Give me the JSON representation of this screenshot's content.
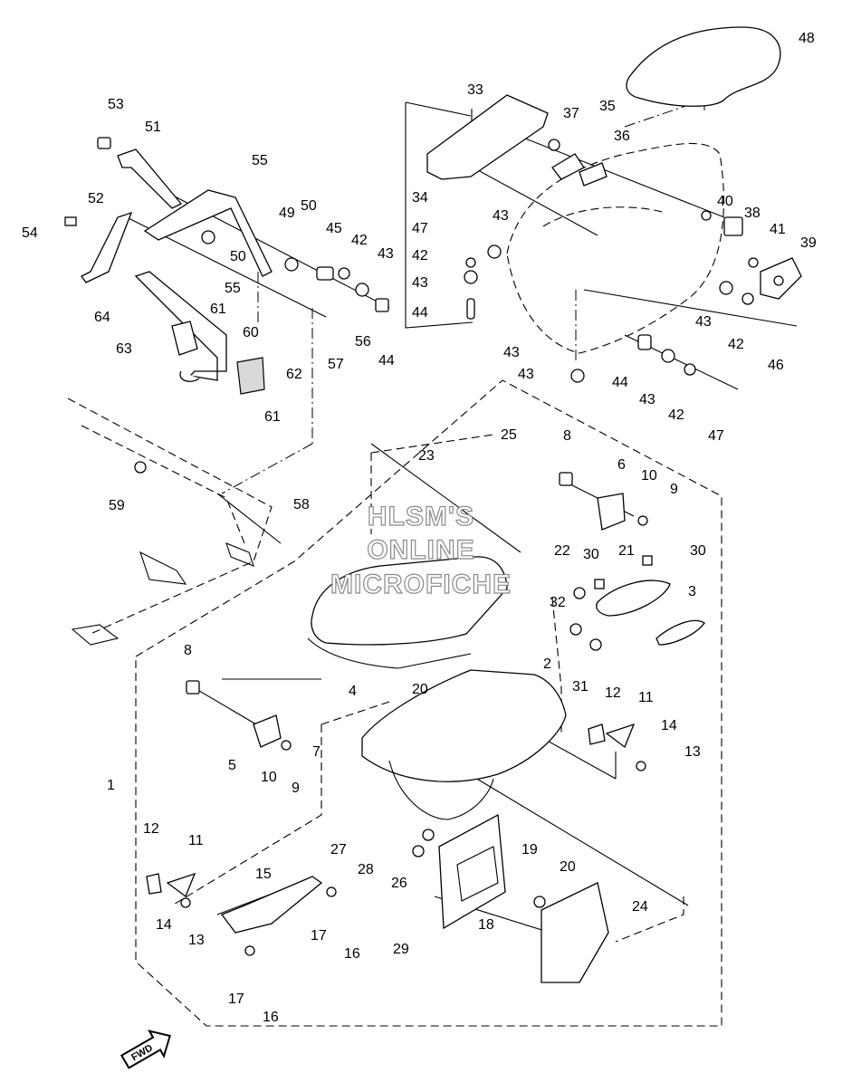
{
  "watermark": {
    "line1": "HLSM'S",
    "line2": "ONLINE",
    "line3": "MICROFICHE"
  },
  "direction_arrow": {
    "label": "FWD",
    "icon": "forward-arrow-icon"
  },
  "callouts": [
    "1",
    "2",
    "3",
    "4",
    "5",
    "6",
    "7",
    "8",
    "8",
    "9",
    "9",
    "10",
    "10",
    "11",
    "11",
    "12",
    "12",
    "13",
    "13",
    "14",
    "14",
    "15",
    "16",
    "16",
    "17",
    "17",
    "18",
    "19",
    "20",
    "20",
    "21",
    "22",
    "23",
    "24",
    "25",
    "26",
    "27",
    "28",
    "29",
    "30",
    "30",
    "31",
    "32",
    "33",
    "34",
    "35",
    "36",
    "37",
    "38",
    "39",
    "40",
    "41",
    "42",
    "42",
    "42",
    "42",
    "43",
    "43",
    "43",
    "43",
    "43",
    "43",
    "43",
    "44",
    "44",
    "44",
    "45",
    "46",
    "47",
    "47",
    "48",
    "49",
    "50",
    "50",
    "51",
    "52",
    "53",
    "54",
    "55",
    "55",
    "56",
    "57",
    "58",
    "59",
    "60",
    "61",
    "61",
    "62",
    "63",
    "64"
  ]
}
